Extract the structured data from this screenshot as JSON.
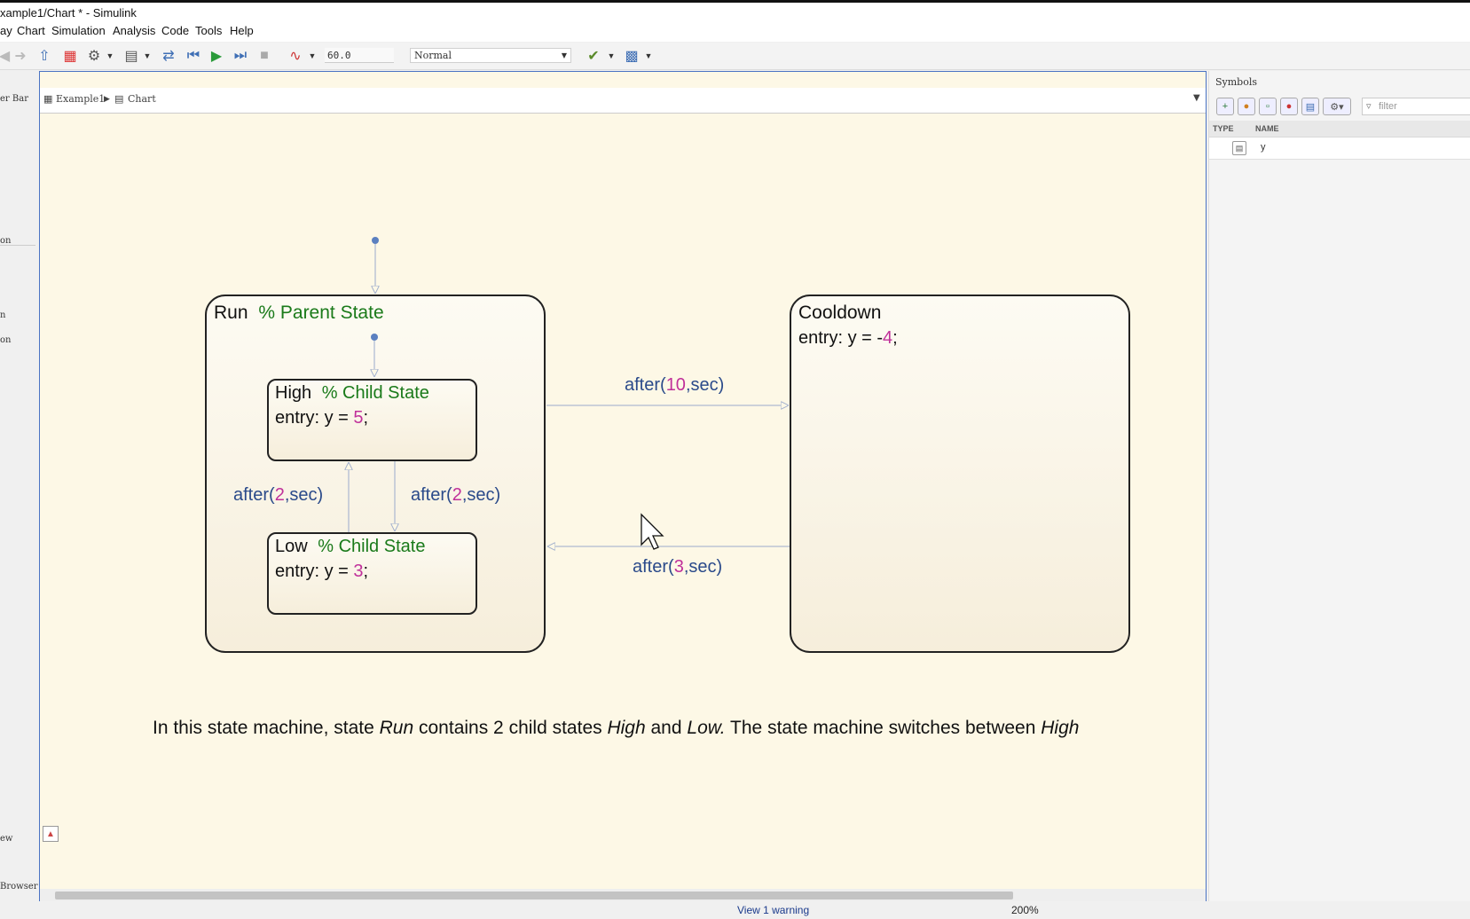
{
  "window": {
    "title": "xample1/Chart * - Simulink"
  },
  "menu": [
    "ay",
    "Chart",
    "Simulation",
    "Analysis",
    "Code",
    "Tools",
    "Help"
  ],
  "toolbar": {
    "sim_time": "60.0",
    "sim_mode": "Normal"
  },
  "left_panel": {
    "labels": [
      "er Bar",
      "on",
      "n",
      "on",
      "ew",
      "Browser"
    ]
  },
  "breadcrumb": {
    "items": [
      "Example1",
      "Chart"
    ]
  },
  "chart": {
    "run": {
      "name": "Run",
      "comment": "% Parent State"
    },
    "high": {
      "name": "High",
      "comment": "% Child State",
      "entry_prefix": "entry: y = ",
      "entry_value": "5",
      "entry_suffix": ";"
    },
    "low": {
      "name": "Low",
      "comment": "% Child State",
      "entry_prefix": "entry: y = ",
      "entry_value": "3",
      "entry_suffix": ";"
    },
    "cooldown": {
      "name": "Cooldown",
      "entry_prefix": "entry: y = -",
      "entry_value": "4",
      "entry_suffix": ";"
    },
    "transitions": {
      "run_to_cooldown": {
        "fn": "after(",
        "num": "10",
        "unit": ",sec)"
      },
      "cooldown_to_run": {
        "fn": "after(",
        "num": "3",
        "unit": ",sec)"
      },
      "low_to_high": {
        "fn": "after(",
        "num": "2",
        "unit": ",sec)"
      },
      "high_to_low": {
        "fn": "after(",
        "num": "2",
        "unit": ",sec)"
      }
    },
    "annotation": {
      "p1": "In this state machine, state ",
      "i1": "Run",
      "p2": " contains 2 child states ",
      "i2": "High",
      "p3": " and ",
      "i3": "Low.",
      "p4": " The state machine switches between ",
      "i4": "High"
    }
  },
  "symbols": {
    "title": "Symbols",
    "filter_placeholder": "filter",
    "columns": {
      "type": "TYPE",
      "name": "NAME"
    },
    "rows": [
      {
        "name": "y"
      }
    ]
  },
  "status": {
    "warning": "View 1 warning",
    "zoom": "200%"
  },
  "colors": {
    "canvas": "#fdf8e6",
    "state_fill": "#f8f1e0",
    "comment": "#1a7a1a",
    "number": "#c0309a",
    "keyword": "#2a4a8a",
    "transition_line": "#9aaacc"
  }
}
